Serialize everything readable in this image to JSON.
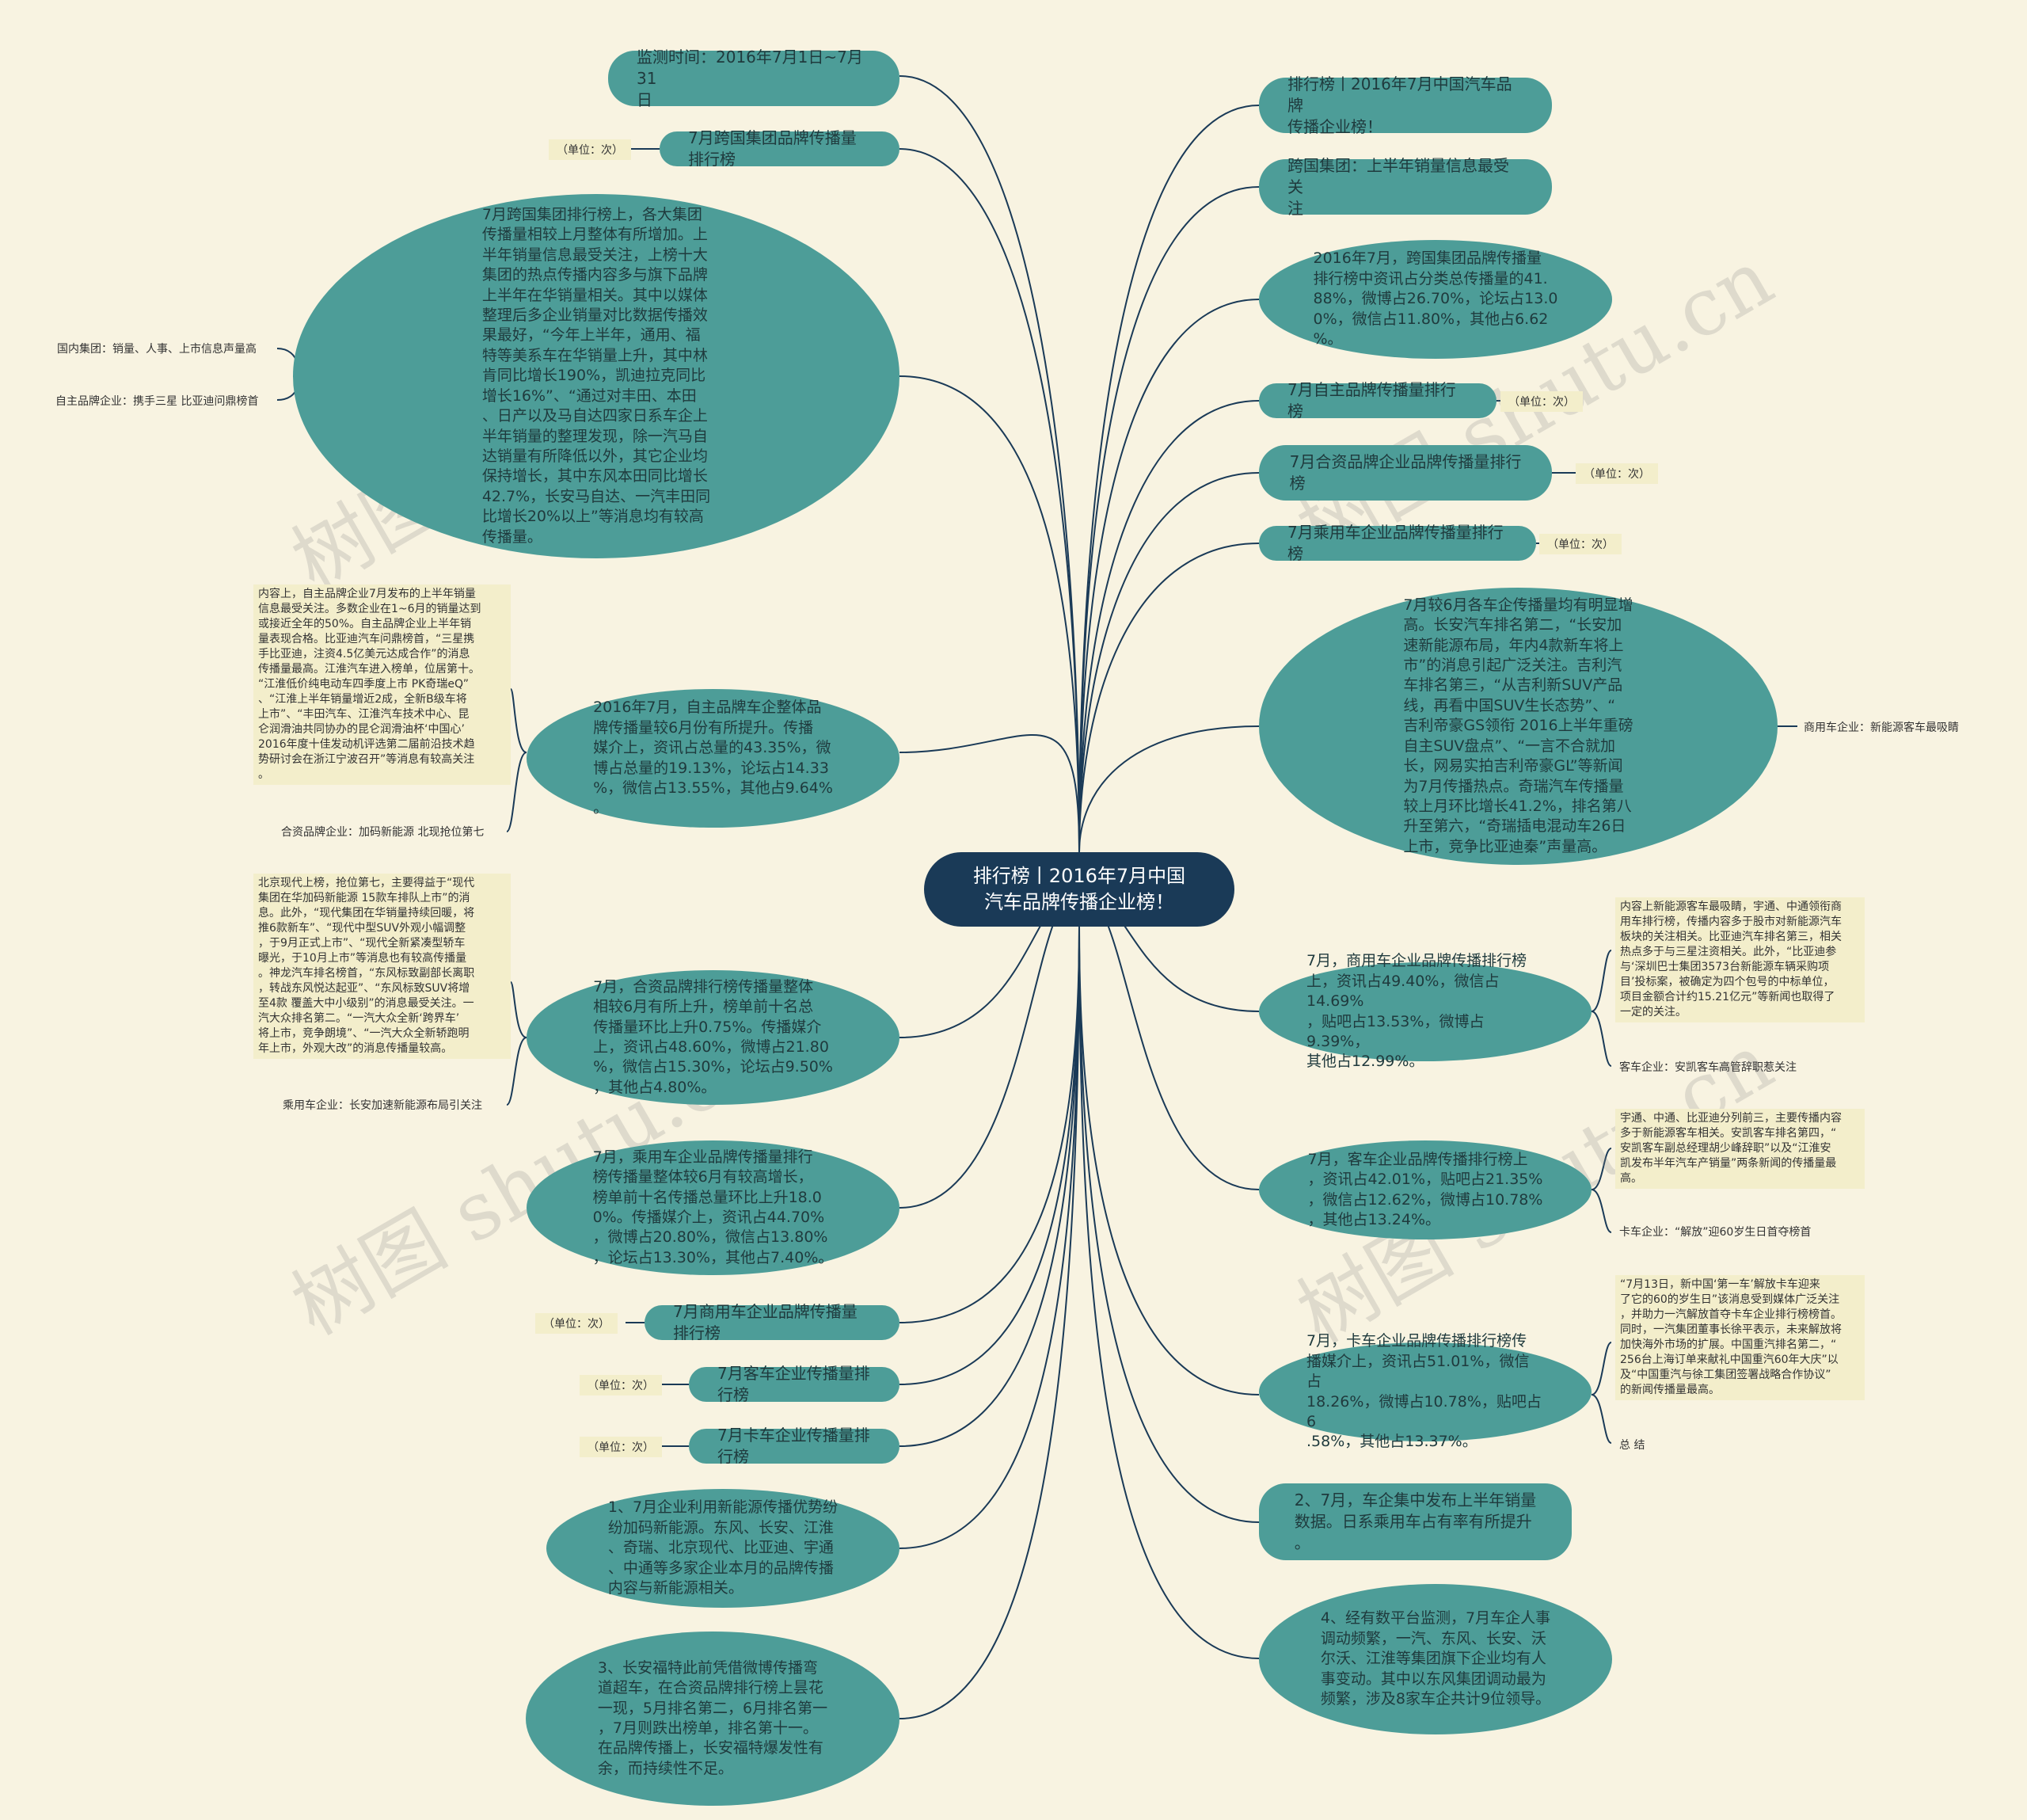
{
  "root": "排行榜丨2016年7月中国\n汽车品牌传播企业榜！",
  "left": {
    "monitor": "监测时间：2016年7月1日~7月31\n日",
    "intl_rank": "7月跨国集团品牌传播量排行榜",
    "intl_unit": "（单位：次）",
    "intl_summary": "7月跨国集团排行榜上，各大集团\n传播量相较上月整体有所增加。上\n半年销量信息最受关注，上榜十大\n集团的热点传播内容多与旗下品牌\n上半年在华销量相关。其中以媒体\n整理后多企业销量对比数据传播效\n果最好，“今年上半年，通用、福\n特等美系车在华销量上升，其中林\n肯同比增长190%，凯迪拉克同比\n增长16%”、“通过对丰田、本田\n、日产以及马自达四家日系车企上\n半年销量的整理发现，除一汽马自\n达销量有所降低以外，其它企业均\n保持增长，其中东风本田同比增长\n42.7%，长安马自达、一汽丰田同\n比增长20%以上”等消息均有较高\n传播量。",
    "domestic_label": "国内集团：销量、人事、上市信息声量高",
    "own_brand_label": "自主品牌企业：携手三星 比亚迪问鼎榜首",
    "own_brand_summary": "2016年7月，自主品牌车企整体品\n牌传播量较6月份有所提升。传播\n媒介上，资讯占总量的43.35%，微\n博占总量的19.13%，论坛占14.33\n%，微信占13.55%，其他占9.64%\n。",
    "own_brand_note": "内容上，自主品牌企业7月发布的上半年销量\n信息最受关注。多数企业在1~6月的销量达到\n或接近全年的50%。自主品牌企业上半年销\n量表现合格。比亚迪汽车问鼎榜首，“三星携\n手比亚迪，注资4.5亿美元达成合作”的消息\n传播量最高。江淮汽车进入榜单，位居第十。\n“江淮低价纯电动车四季度上市 PK奇瑞eQ”\n、“江淮上半年销量增近2成，全新B级车将\n上市”、“丰田汽车、江淮汽车技术中心、昆\n仑润滑油共同协办的昆仑润滑油杯‘中国心’\n2016年度十佳发动机评选第二届前沿技术趋\n势研讨会在浙江宁波召开”等消息有较高关注\n。",
    "jv_label": "合资品牌企业：加码新能源 北现抢位第七",
    "jv_summary": "7月，合资品牌排行榜传播量整体\n相较6月有所上升，榜单前十名总\n传播量环比上升0.75%。传播媒介\n上，资讯占48.60%，微博占21.80\n%，微信占15.30%，论坛占9.50%\n，其他占4.80%。",
    "jv_note": "北京现代上榜，抢位第七，主要得益于“现代\n集团在华加码新能源 15款车排队上市”的消\n息。此外，“现代集团在华销量持续回暖，将\n推6款新车”、“现代中型SUV外观小幅调整\n，于9月正式上市”、“现代全新紧凑型轿车\n曝光，于10月上市”等消息也有较高传播量\n。神龙汽车排名榜首，“东风标致副部长离职\n，转战东风悦达起亚”、“东风标致SUV将增\n至4款 覆盖大中小级别”的消息最受关注。一\n汽大众排名第二。“一汽大众全新‘跨界车’\n将上市，竞争朗境”、“一汽大众全新轿跑明\n年上市，外观大改”的消息传播量较高。",
    "passenger_label": "乘用车企业：长安加速新能源布局引关注",
    "passenger_summary": "7月，乘用车企业品牌传播量排行\n榜传播量整体较6月有较高增长，\n榜单前十名传播总量环比上升18.0\n0%。传播媒介上，资讯占44.70%\n，微博占20.80%，微信占13.80%\n，论坛占13.30%，其他占7.40%。",
    "commercial_rank": "7月商用车企业品牌传播量排行榜",
    "commercial_unit": "（单位：次）",
    "bus_rank": "7月客车企业传播量排行榜",
    "bus_unit": "（单位：次）",
    "truck_rank": "7月卡车企业传播量排行榜",
    "truck_unit": "（单位：次）",
    "conclusion1": "1、7月企业利用新能源传播优势纷\n纷加码新能源。东风、长安、江淮\n、奇瑞、北京现代、比亚迪、宇通\n、中通等多家企业本月的品牌传播\n内容与新能源相关。",
    "conclusion3": "3、长安福特此前凭借微博传播弯\n道超车，在合资品牌排行榜上昙花\n一现，5月排名第二，6月排名第一\n，7月则跌出榜单，排名第十一。\n在品牌传播上，长安福特爆发性有\n余，而持续性不足。"
  },
  "right": {
    "title_copy": "排行榜丨2016年7月中国汽车品牌\n传播企业榜！",
    "intl_attention": "跨国集团：上半年销量信息最受关\n注",
    "intl_share": "2016年7月，跨国集团品牌传播量\n排行榜中资讯占分类总传播量的41.\n88%，微博占26.70%，论坛占13.0\n0%，微信占11.80%，其他占6.62\n%。",
    "own_rank": "7月自主品牌传播量排行榜",
    "own_unit": "（单位：次）",
    "jv_rank": "7月合资品牌企业品牌传播量排行\n榜",
    "jv_unit": "（单位：次）",
    "passenger_rank": "7月乘用车企业品牌传播量排行榜",
    "passenger_unit": "（单位：次）",
    "passenger_detail": "7月较6月各车企传播量均有明显增\n高。长安汽车排名第二，“长安加\n速新能源布局，年内4款新车将上\n市”的消息引起广泛关注。吉利汽\n车排名第三，“从吉利新SUV产品\n线，再看中国SUV生长态势”、“\n吉利帝豪GS领衔 2016上半年重磅\n自主SUV盘点”、“一言不合就加\n长，网易实拍吉利帝豪GL”等新闻\n为7月传播热点。奇瑞汽车传播量\n较上月环比增长41.2%，排名第八\n升至第六，“奇瑞插电混动车26日\n上市，竞争比亚迪秦”声量高。",
    "commercial_label": "商用车企业：新能源客车最吸睛",
    "commercial_summary": "7月，商用车企业品牌传播排行榜\n上，资讯占49.40%，微信占14.69%\n，贴吧占13.53%，微博占9.39%，\n其他占12.99%。",
    "commercial_note": "内容上新能源客车最吸睛，宇通、中通领衔商\n用车排行榜，传播内容多于股市对新能源汽车\n板块的关注相关。比亚迪汽车排名第三，相关\n热点多于与三星注资相关。此外，“比亚迪参\n与‘深圳巴士集团3573台新能源车辆采购项\n目’投标案，被确定为四个包号的中标单位，\n项目金额合计约15.21亿元”等新闻也取得了\n一定的关注。",
    "bus_label": "客车企业：安凯客车高管辞职惹关注",
    "bus_summary": "7月，客车企业品牌传播排行榜上\n，资讯占42.01%，贴吧占21.35%\n，微信占12.62%，微博占10.78%\n，其他占13.24%。",
    "bus_note": "宇通、中通、比亚迪分列前三，主要传播内容\n多于新能源客车相关。安凯客车排名第四，“\n安凯客车副总经理胡少峰辞职”以及“江淮安\n凯发布半年汽车产销量”两条新闻的传播量最\n高。",
    "truck_label": "卡车企业：“解放”迎60岁生日首夺榜首",
    "truck_summary": "7月，卡车企业品牌传播排行榜传\n播媒介上，资讯占51.01%，微信占\n18.26%，微博占10.78%，贴吧占6\n.58%，其他占13.37%。",
    "truck_note": "“7月13日，新中国‘第一车’解放卡车迎来\n了它的60的岁生日”该消息受到媒体广泛关注\n，并助力一汽解放首夺卡车企业排行榜榜首。\n同时，一汽集团董事长徐平表示，未来解放将\n加快海外市场的扩展。中国重汽排名第二，“\n256台上海订单来献礼中国重汽60年大庆”以\n及“中国重汽与徐工集团签署战略合作协议”\n的新闻传播量最高。",
    "summary_label": "总  结",
    "conclusion2": "2、7月，车企集中发布上半年销量\n数据。日系乘用车占有率有所提升\n。",
    "conclusion4": "4、经有数平台监测，7月车企人事\n调动频繁，一汽、东风、长安、沃\n尔沃、江淮等集团旗下企业均有人\n事变动。其中以东风集团调动最为\n频繁，涉及8家车企共计9位领导。"
  },
  "watermark": "树图 shutu.cn",
  "colors": {
    "background": "#f8f3e1",
    "node": "#4d9d98",
    "root": "#1a3a57",
    "line": "#1a3a57"
  }
}
